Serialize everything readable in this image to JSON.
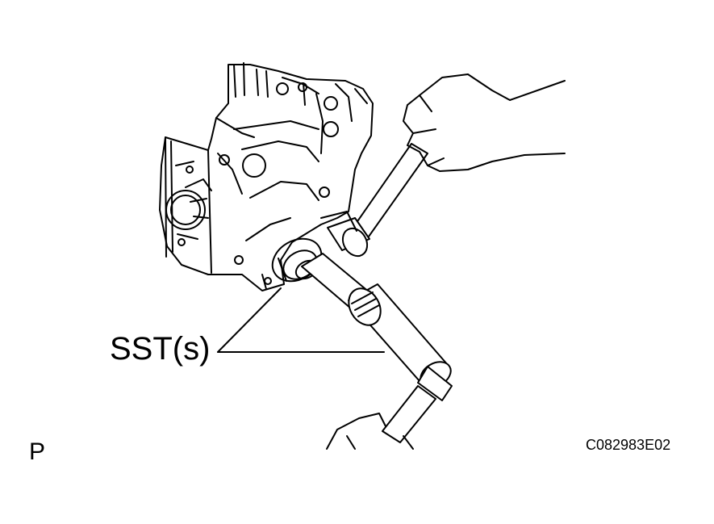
{
  "labels": {
    "sst": "SST(s)",
    "view": "P",
    "figure_id": "C082983E02"
  },
  "colors": {
    "ink": "#000000",
    "paper": "#ffffff"
  }
}
